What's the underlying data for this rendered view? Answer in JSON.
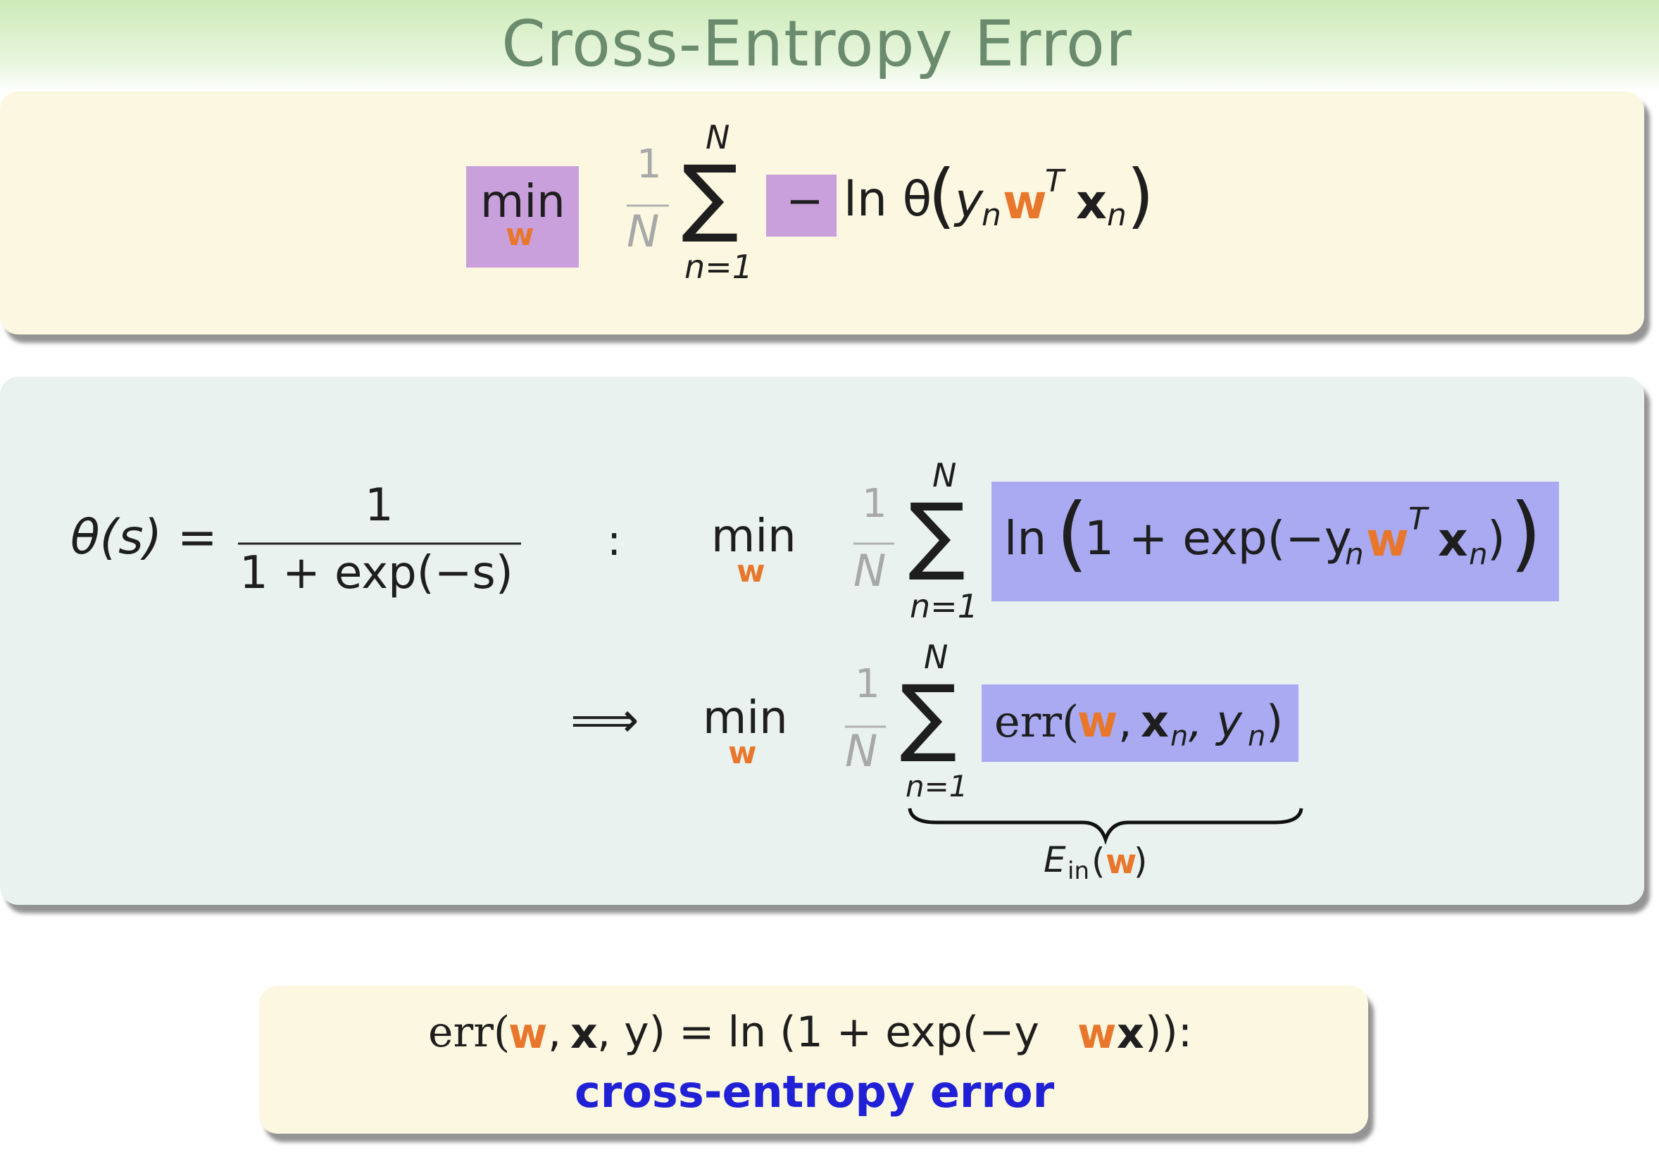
{
  "slide": {
    "title": "Cross-Entropy Error"
  },
  "box1": {
    "min": "min",
    "min_sub": "w",
    "one": "1",
    "N": "N",
    "sum": "∑",
    "sum_top": "N",
    "sum_bottom": "n=1",
    "minus": "−",
    "ln_theta": "ln θ",
    "lparen": "(",
    "y": "y",
    "n_sub": "n",
    "w": "w",
    "T_sup": "T",
    "x": "x",
    "n_sub2": "n",
    "rparen": ")"
  },
  "box2": {
    "theta_lhs": "θ(s) =",
    "frac_num": "1",
    "frac_den": "1 + exp(−s)",
    "colon": ":",
    "row1": {
      "min": "min",
      "min_sub": "w",
      "one": "1",
      "N": "N",
      "sum": "∑",
      "sum_top": "N",
      "sum_bottom": "n=1",
      "ln_open": "ln",
      "big_lparen": "(",
      "inner_a": "1 + exp(−y",
      "n_sub": "n",
      "w": "w",
      "T_sup": "T",
      "x": "x",
      "n_sub2": "n",
      "inner_close": ")",
      "big_rparen": ")"
    },
    "row2": {
      "implies": "⟹",
      "min": "min",
      "min_sub": "w",
      "one": "1",
      "N": "N",
      "sum": "∑",
      "sum_top": "N",
      "sum_bottom": "n=1",
      "err": "err(",
      "w": "w",
      "comma1": ", ",
      "x": "x",
      "n_sub": "n",
      "comma2": ", y",
      "n_sub2": "n",
      "close": ")",
      "brace_label_E": "E",
      "brace_label_in": "in",
      "brace_label_open": "(",
      "brace_label_w": "w",
      "brace_label_close": ")"
    }
  },
  "box3": {
    "err": "err(",
    "w": "w",
    "comma1": ", ",
    "x": "x",
    "comma2": ", y) = ln (1 + exp(−y",
    "w2": "w",
    "x2": "x",
    "tail": ")):",
    "caption": "cross-entropy error"
  },
  "colors": {
    "title": "#6a8b6e",
    "weight": "#e8772c",
    "pink_highlight": "#c9a0dc",
    "blue_highlight": "#a9aaf2",
    "caption": "#2020d6"
  }
}
